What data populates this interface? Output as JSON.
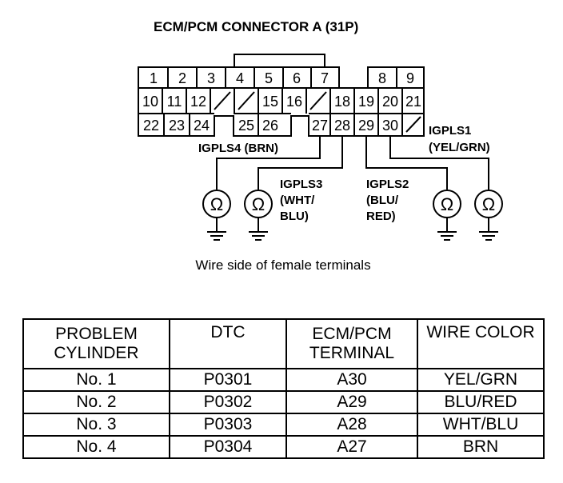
{
  "connector": {
    "title": "ECM/PCM CONNECTOR A (31P)",
    "pins": {
      "p1": "1",
      "p2": "2",
      "p3": "3",
      "p4": "4",
      "p5": "5",
      "p6": "6",
      "p7": "7",
      "p8": "8",
      "p9": "9",
      "p10": "10",
      "p11": "11",
      "p12": "12",
      "p15": "15",
      "p16": "16",
      "p18": "18",
      "p19": "19",
      "p20": "20",
      "p21": "21",
      "p22": "22",
      "p23": "23",
      "p24": "24",
      "p25": "25",
      "p26": "26",
      "p27": "27",
      "p28": "28",
      "p29": "29",
      "p30": "30"
    }
  },
  "labels": {
    "igpls1": {
      "name": "IGPLS1",
      "color": "(YEL/GRN)"
    },
    "igpls2": {
      "name": "IGPLS2",
      "color1": "(BLU/",
      "color2": "RED)"
    },
    "igpls3": {
      "name": "IGPLS3",
      "color1": "(WHT/",
      "color2": "BLU)"
    },
    "igpls4": {
      "name": "IGPLS4 (BRN)"
    }
  },
  "meter_symbol": "Ω",
  "caption": "Wire side of female terminals",
  "table": {
    "headers": [
      {
        "line1": "PROBLEM",
        "line2": "CYLINDER"
      },
      {
        "line1": "DTC",
        "line2": ""
      },
      {
        "line1": "ECM/PCM",
        "line2": "TERMINAL"
      },
      {
        "line1": "WIRE COLOR",
        "line2": ""
      }
    ],
    "rows": [
      {
        "cylinder": "No. 1",
        "dtc": "P0301",
        "terminal": "A30",
        "wire": "YEL/GRN"
      },
      {
        "cylinder": "No. 2",
        "dtc": "P0302",
        "terminal": "A29",
        "wire": "BLU/RED"
      },
      {
        "cylinder": "No. 3",
        "dtc": "P0303",
        "terminal": "A28",
        "wire": "WHT/BLU"
      },
      {
        "cylinder": "No. 4",
        "dtc": "P0304",
        "terminal": "A27",
        "wire": "BRN"
      }
    ]
  }
}
